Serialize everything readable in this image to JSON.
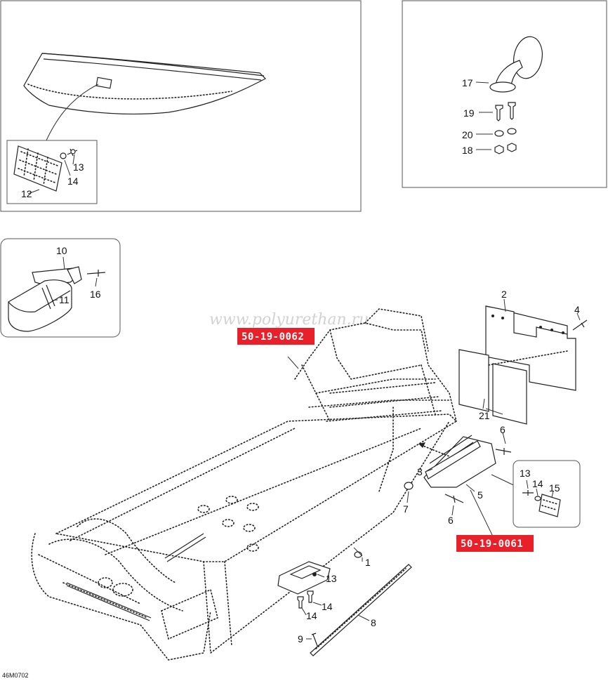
{
  "watermark": "www.polyurethan.ru",
  "drawing_code": "46M0702",
  "reference_labels": [
    "50-19-0062",
    "50-19-0061"
  ],
  "accent_color": "#e8202a",
  "callouts": {
    "top_left": [
      "12",
      "13",
      "14"
    ],
    "top_right": [
      "17",
      "19",
      "20",
      "18"
    ],
    "middle_left": [
      "10",
      "16",
      "11"
    ],
    "main": [
      "2",
      "4",
      "21",
      "6",
      "3",
      "5",
      "7",
      "6",
      "1",
      "13",
      "14",
      "14",
      "8",
      "9"
    ],
    "right_inset": [
      "13",
      "14",
      "15"
    ]
  }
}
